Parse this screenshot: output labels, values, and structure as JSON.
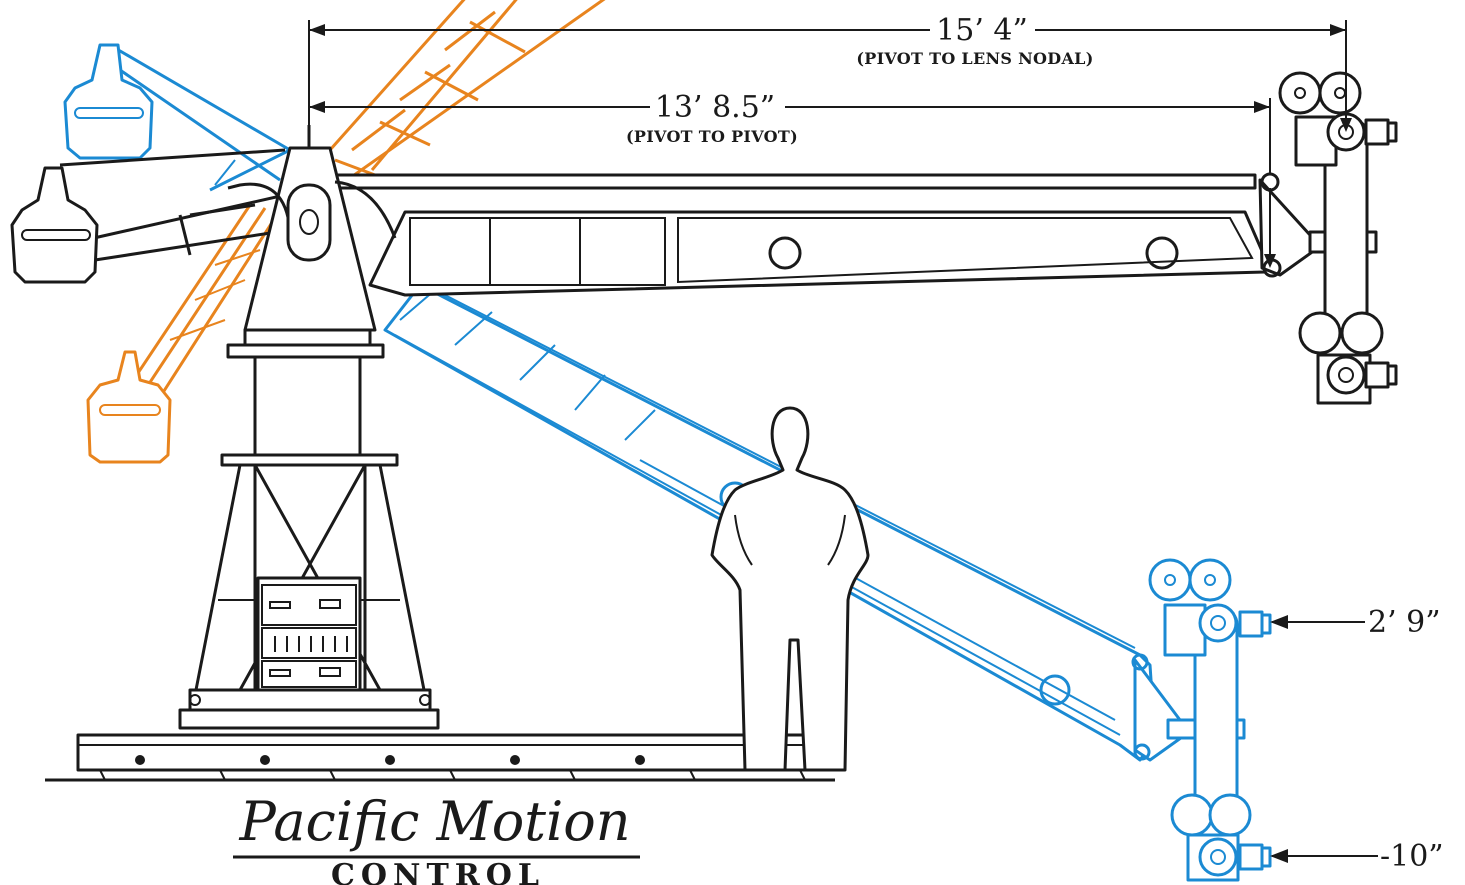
{
  "dimensions": {
    "overall_length": "15’ 4”",
    "overall_note": "(PIVOT TO  LENS NODAL)",
    "pivot_length": "13’ 8.5”",
    "pivot_note": "(PIVOT TO PIVOT)",
    "low_height_upper": "2’ 9”",
    "low_height_lower": "-10”"
  },
  "logo": {
    "script": "Pacific Motion",
    "subtitle": "CONTROL"
  },
  "colors": {
    "line": "#1a1a1a",
    "boom_low": "#1b8ad3",
    "boom_high": "#e8841e"
  }
}
